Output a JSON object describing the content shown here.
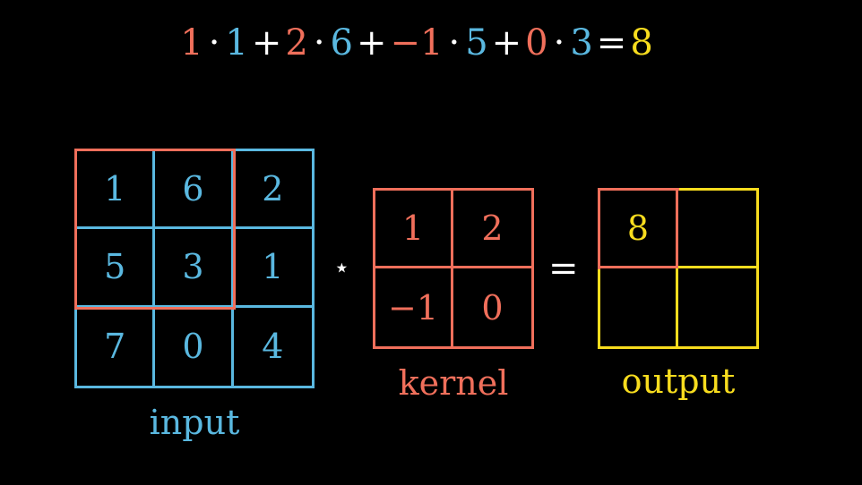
{
  "equation": {
    "terms": [
      {
        "a": "1",
        "b": "1",
        "op": "+"
      },
      {
        "a": "2",
        "b": "6",
        "op": "+"
      },
      {
        "a": "−1",
        "b": "5",
        "op": "+"
      },
      {
        "a": "0",
        "b": "3",
        "op": "="
      }
    ],
    "dot": "·",
    "result": "8"
  },
  "input": {
    "label": "input",
    "cells": [
      "1",
      "6",
      "2",
      "5",
      "3",
      "1",
      "7",
      "0",
      "4"
    ]
  },
  "kernel": {
    "label": "kernel",
    "cells": [
      "1",
      "2",
      "−1",
      "0"
    ]
  },
  "output": {
    "label": "output",
    "cells": [
      "8",
      "",
      "",
      ""
    ]
  },
  "symbols": {
    "convolve": "⋆",
    "equals": "="
  },
  "colors": {
    "input": "#5ab8e0",
    "kernel": "#f06f5b",
    "output": "#f7dc1e",
    "operator": "#ffffff",
    "background": "#000000"
  }
}
